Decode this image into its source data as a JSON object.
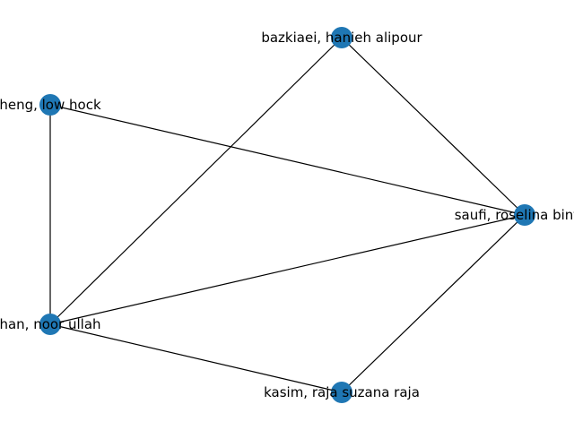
{
  "graph": {
    "node_color": "#1f77b4",
    "edge_color": "#000000",
    "nodes": [
      {
        "id": "n0",
        "label": "bazkiaei, hanieh alipour"
      },
      {
        "id": "n1",
        "label": "saufi, roselina binti a"
      },
      {
        "id": "n2",
        "label": "kasim, raja suzana raja"
      },
      {
        "id": "n3",
        "label": "han, noor ullah"
      },
      {
        "id": "n4",
        "label": "heng, low hock"
      }
    ],
    "edges": [
      [
        "n0",
        "n1"
      ],
      [
        "n0",
        "n3"
      ],
      [
        "n4",
        "n1"
      ],
      [
        "n4",
        "n3"
      ],
      [
        "n3",
        "n1"
      ],
      [
        "n3",
        "n2"
      ],
      [
        "n2",
        "n1"
      ]
    ]
  }
}
